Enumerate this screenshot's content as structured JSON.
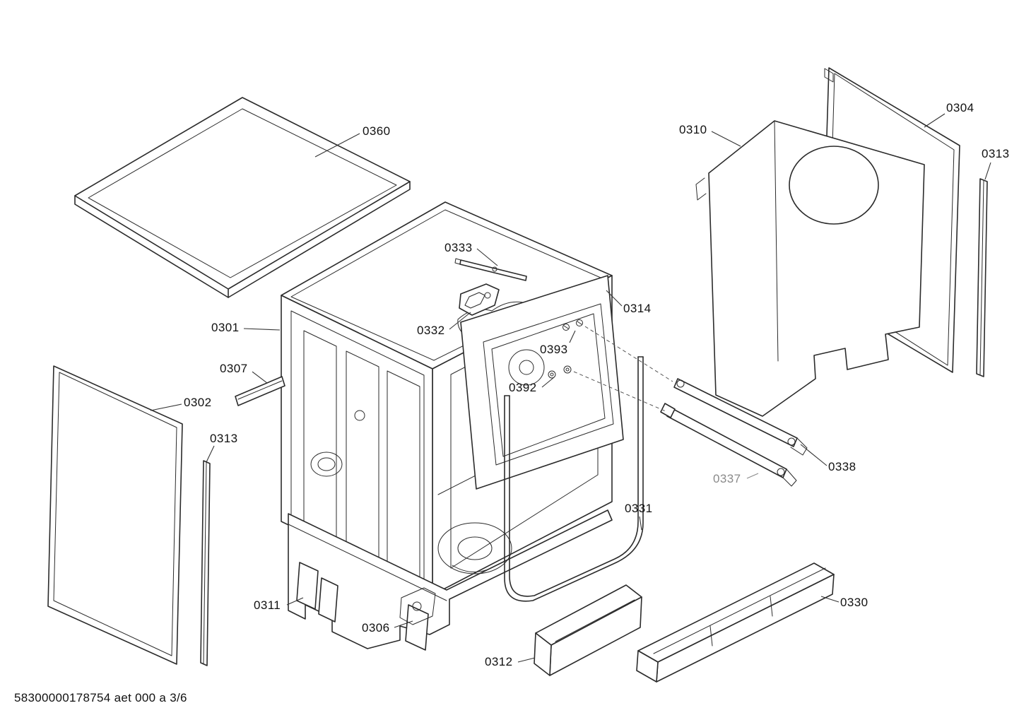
{
  "doc": {
    "type": "exploded-parts-diagram"
  },
  "colors": {
    "background": "#ffffff",
    "line": "#2b2b2b",
    "label": "#111111",
    "muted_label": "#8a8a8a"
  },
  "footer": {
    "text": "58300000178754 aet 000 a 3/6"
  },
  "labels": [
    {
      "id": "0360",
      "text": "0360"
    },
    {
      "id": "0310",
      "text": "0310"
    },
    {
      "id": "0304",
      "text": "0304"
    },
    {
      "id": "0313-right",
      "text": "0313"
    },
    {
      "id": "0333",
      "text": "0333"
    },
    {
      "id": "0314",
      "text": "0314"
    },
    {
      "id": "0301",
      "text": "0301"
    },
    {
      "id": "0332",
      "text": "0332"
    },
    {
      "id": "0393",
      "text": "0393"
    },
    {
      "id": "0307",
      "text": "0307"
    },
    {
      "id": "0392",
      "text": "0392"
    },
    {
      "id": "0302",
      "text": "0302"
    },
    {
      "id": "0313-left",
      "text": "0313"
    },
    {
      "id": "0338",
      "text": "0338"
    },
    {
      "id": "0337",
      "text": "0337"
    },
    {
      "id": "0331",
      "text": "0331"
    },
    {
      "id": "0311",
      "text": "0311"
    },
    {
      "id": "0330",
      "text": "0330"
    },
    {
      "id": "0306",
      "text": "0306"
    },
    {
      "id": "0312",
      "text": "0312"
    }
  ]
}
